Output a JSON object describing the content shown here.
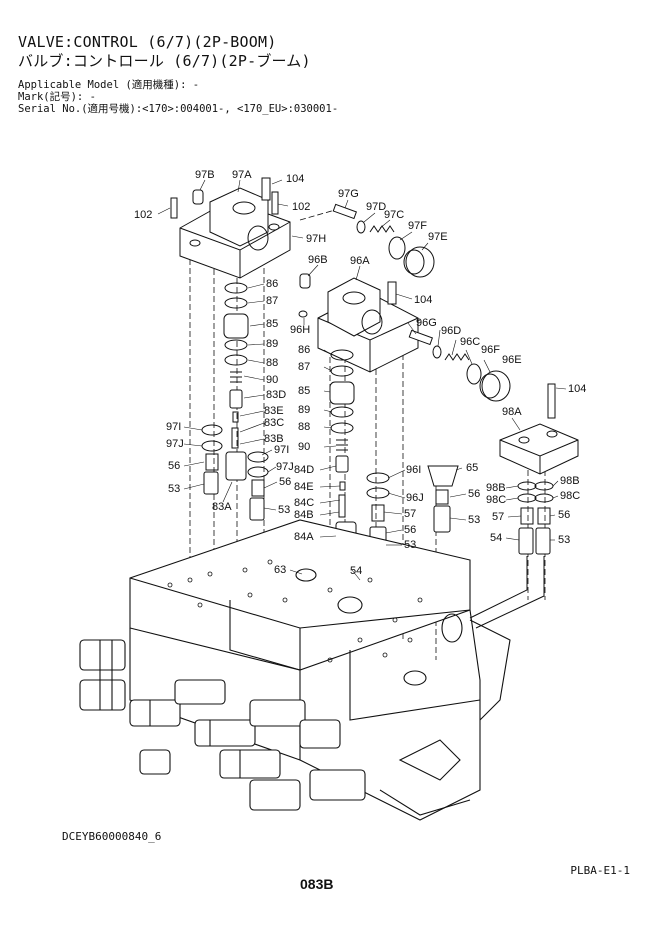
{
  "header": {
    "title_en": "VALVE:CONTROL (6/7)(2P-BOOM)",
    "title_jp": "バルブ:コントロール (6/7)(2P-ブーム)",
    "applicable_model": "Applicable Model (適用機種): -",
    "mark": "Mark(記号): -",
    "serial": "Serial No.(適用号機):<170>:004001-, <170_EU>:030001-"
  },
  "footer": {
    "doc_id": "DCEYB60000840_6",
    "page_code": "PLBA-E1-1",
    "page_number": "083B"
  },
  "callouts": [
    "97B",
    "97A",
    "104",
    "102",
    "102",
    "97G",
    "97D",
    "97C",
    "97F",
    "97E",
    "97H",
    "96B",
    "96A",
    "104",
    "86",
    "87",
    "85",
    "89",
    "88",
    "90",
    "83D",
    "83E",
    "83C",
    "83B",
    "97I",
    "97J",
    "56",
    "53",
    "83A",
    "97I",
    "97J",
    "56",
    "53",
    "96H",
    "96G",
    "96D",
    "96C",
    "96F",
    "96E",
    "86",
    "87",
    "85",
    "89",
    "88",
    "90",
    "84D",
    "84E",
    "84C",
    "84B",
    "84A",
    "96I",
    "96J",
    "65",
    "56",
    "53",
    "57",
    "56",
    "53",
    "104",
    "98A",
    "98B",
    "98C",
    "98B",
    "98C",
    "57",
    "56",
    "54",
    "53",
    "63",
    "54"
  ]
}
